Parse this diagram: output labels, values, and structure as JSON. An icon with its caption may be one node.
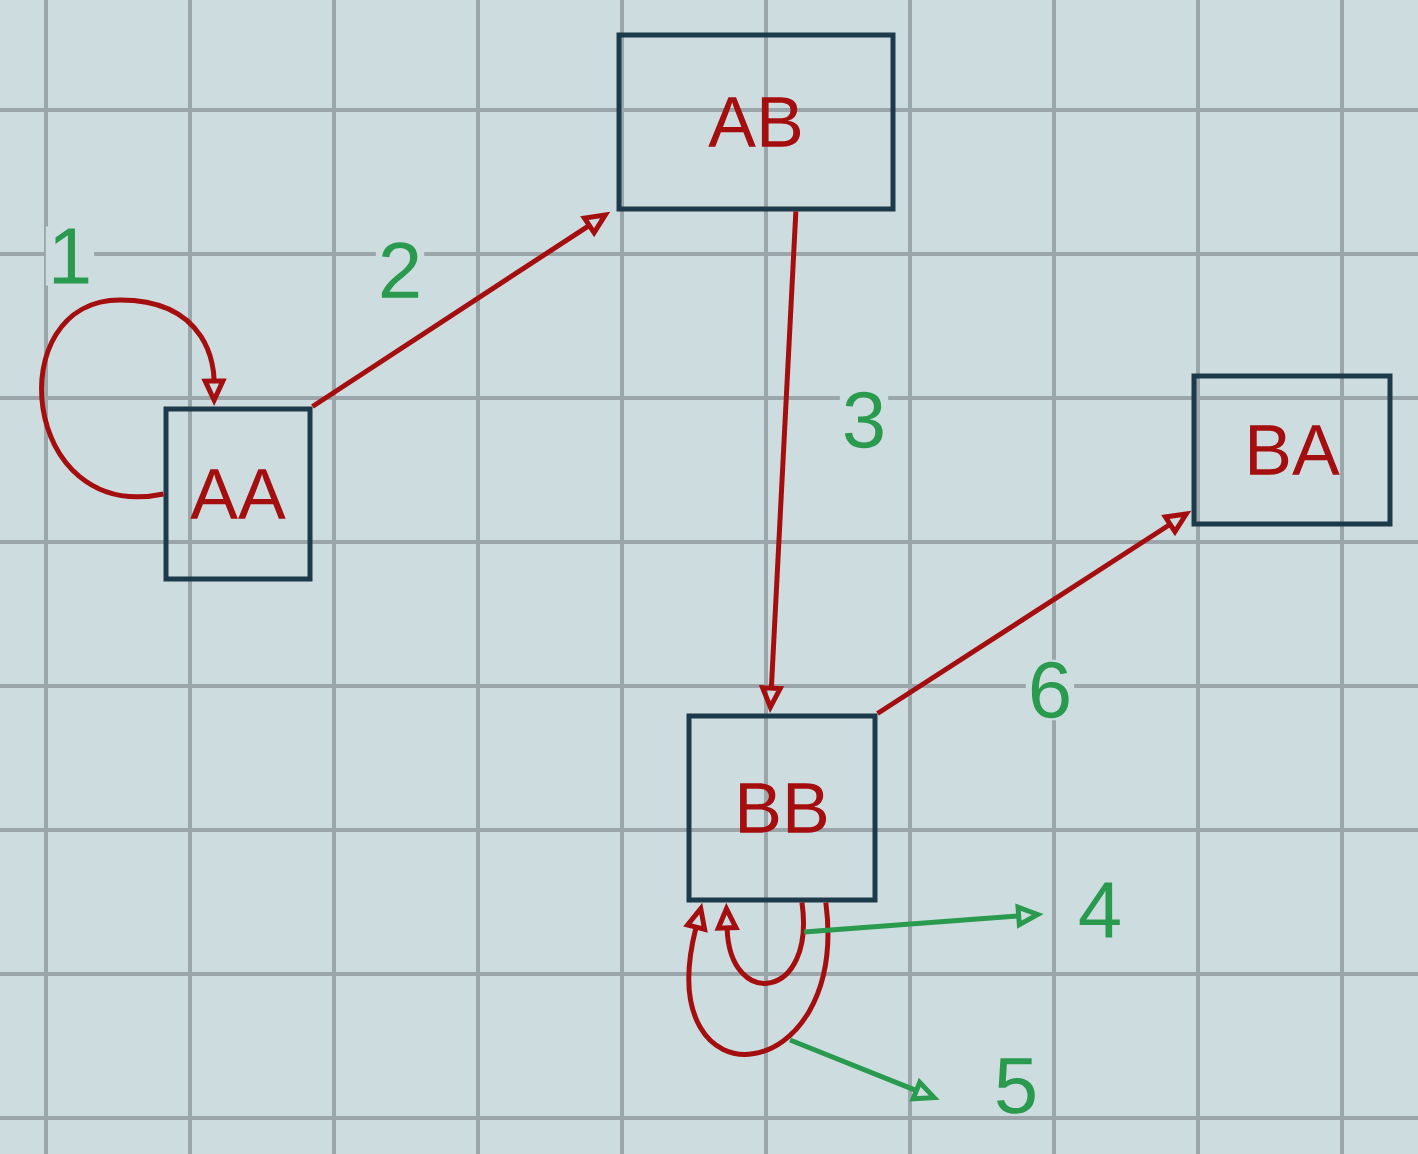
{
  "diagram": {
    "nodes": [
      {
        "text": [
          "AA"
        ]
      },
      {
        "text": [
          "AB"
        ]
      },
      {
        "text": [
          "BA"
        ]
      },
      {
        "text": [
          "BB"
        ]
      }
    ],
    "edges": [
      {
        "from": 0,
        "to": 0,
        "arrow": "to",
        "label": "1"
      },
      {
        "from": 0,
        "to": 1,
        "arrow": "to",
        "label": "2"
      },
      {
        "from": 1,
        "to": 3,
        "arrow": "to",
        "label": "3"
      },
      {
        "from": 3,
        "to": 2,
        "arrow": "to",
        "label": "6"
      },
      {
        "from": 3,
        "to": 3,
        "arrow": "to",
        "label": "4"
      },
      {
        "from": 3,
        "to": 3,
        "arrow": "to",
        "label": "5"
      }
    ]
  }
}
